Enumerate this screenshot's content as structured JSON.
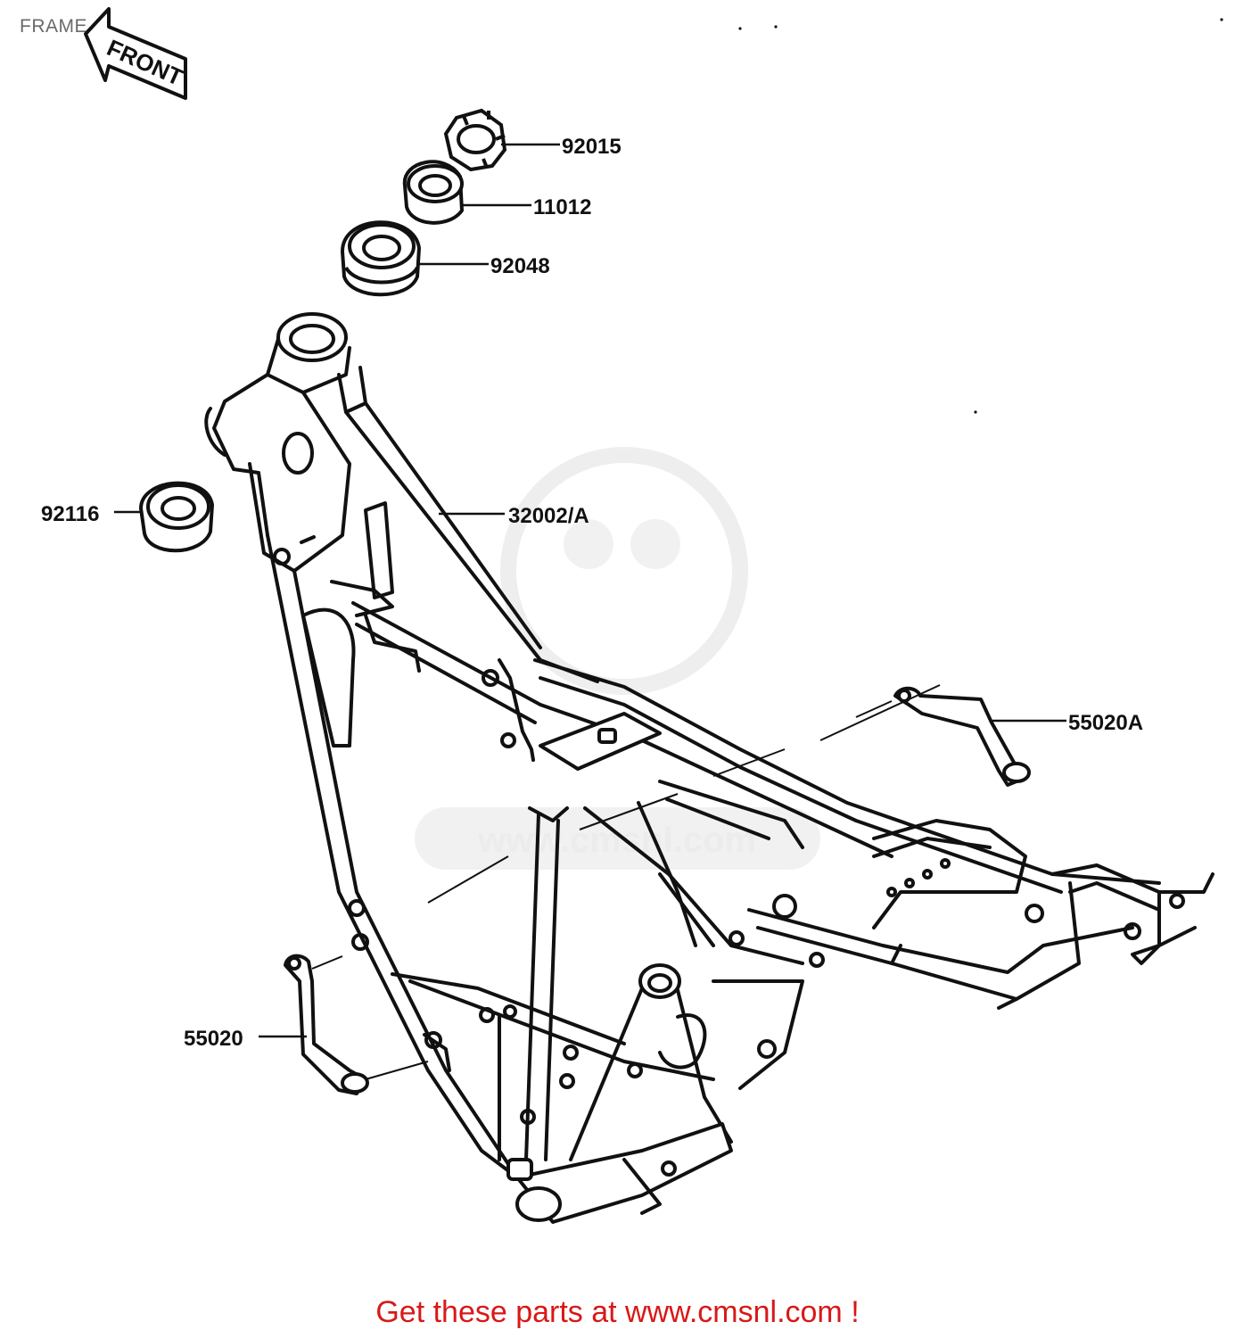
{
  "title": "FRAME",
  "front_arrow": {
    "text": "FRONT"
  },
  "watermark": {
    "text": "www.cmsnl.com"
  },
  "parts": [
    {
      "ref": "92015"
    },
    {
      "ref": "11012"
    },
    {
      "ref": "92048"
    },
    {
      "ref": "92116"
    },
    {
      "ref": "32002/A"
    },
    {
      "ref": "55020A"
    },
    {
      "ref": "55020"
    }
  ],
  "footer": "Get these parts at www.cmsnl.com !"
}
